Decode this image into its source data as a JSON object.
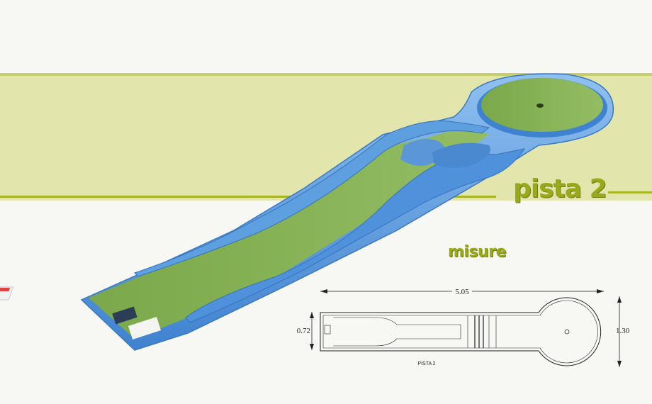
{
  "title": "pista 2",
  "subtitle": "misure",
  "drawing": {
    "length": "5.05",
    "width_start": "0.72",
    "width_end": "1.30",
    "caption": "PISTA 2"
  },
  "colors": {
    "band": "#e2e6ad",
    "accent": "#a7b620",
    "track_blue": "#5e9fe0",
    "felt_green": "#86b257"
  }
}
